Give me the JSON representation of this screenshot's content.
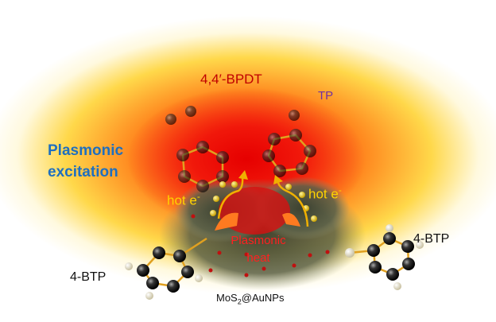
{
  "labels": {
    "bpdt": "4,4′-BPDT",
    "tp": "TP",
    "plasmonic_excitation_line1": "Plasmonic",
    "plasmonic_excitation_line2": "excitation",
    "hot_electron_left": "hot e",
    "hot_electron_right": "hot e",
    "electron_charge": "-",
    "plasmonic_heat_line1": "Plasmonic",
    "plasmonic_heat_line2": "heat",
    "btp_left": "4-BTP",
    "btp_right": "4-BTP",
    "substrate_prefix": "MoS",
    "substrate_subscript": "2",
    "substrate_suffix": "@AuNPs"
  },
  "colors": {
    "bpdt": "#c00000",
    "tp": "#7030a0",
    "excitation": "#1f6fbf",
    "hot_electron": "#ffd200",
    "heat": "#ff2020",
    "gold_atom": "#e8c400"
  }
}
